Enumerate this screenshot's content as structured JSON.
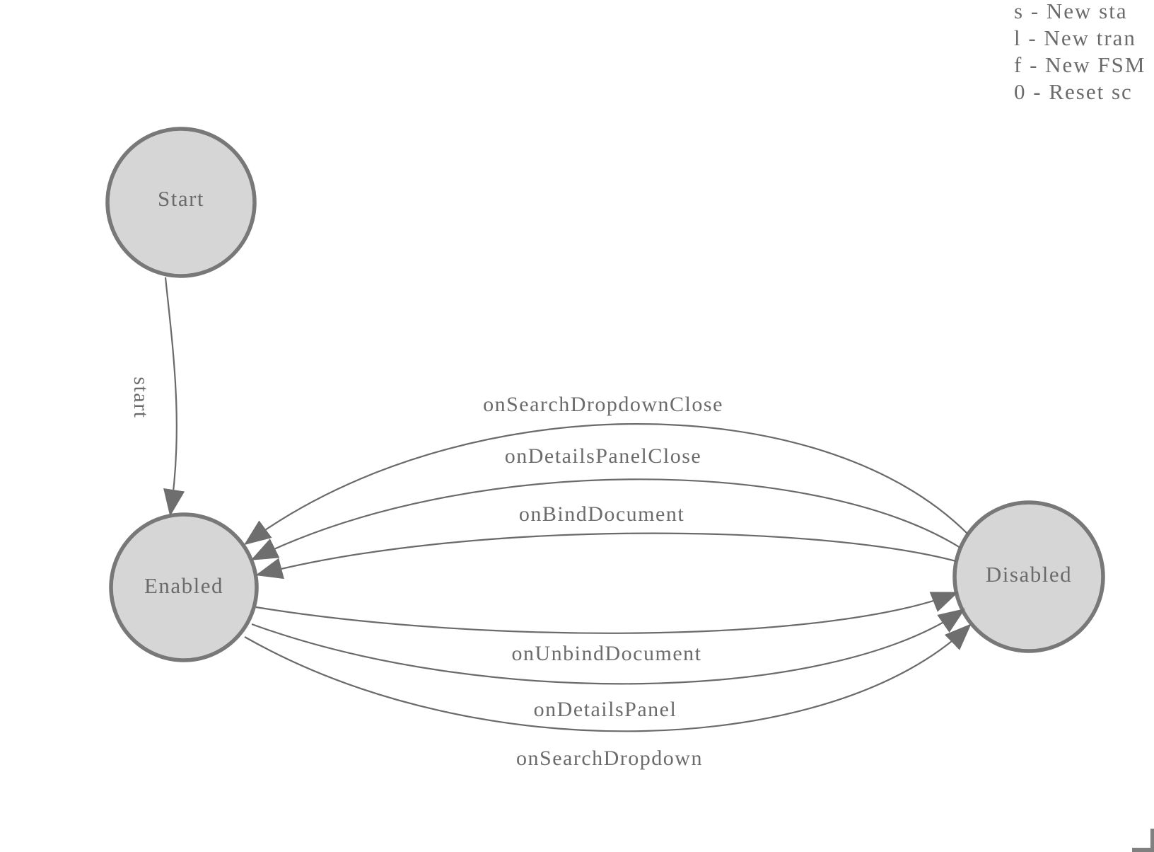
{
  "legend": {
    "items": [
      {
        "label": "s - New sta"
      },
      {
        "label": "l - New tran"
      },
      {
        "label": "f - New FSM"
      },
      {
        "label": "0 - Reset sc"
      }
    ]
  },
  "fsm": {
    "states": [
      {
        "label": "Start"
      },
      {
        "label": "Enabled"
      },
      {
        "label": "Disabled"
      }
    ],
    "transitions": [
      {
        "label": "start",
        "from": "Start",
        "to": "Enabled"
      },
      {
        "label": "onSearchDropdownClose",
        "from": "Disabled",
        "to": "Enabled"
      },
      {
        "label": "onDetailsPanelClose",
        "from": "Disabled",
        "to": "Enabled"
      },
      {
        "label": "onBindDocument",
        "from": "Disabled",
        "to": "Enabled"
      },
      {
        "label": "onUnbindDocument",
        "from": "Enabled",
        "to": "Disabled"
      },
      {
        "label": "onDetailsPanel",
        "from": "Enabled",
        "to": "Disabled"
      },
      {
        "label": "onSearchDropdown",
        "from": "Enabled",
        "to": "Disabled"
      }
    ]
  },
  "colors": {
    "state_fill": "#d6d6d6",
    "state_stroke": "#787878",
    "edge_stroke": "#6a6a6a",
    "arrowhead": "#6e6e6e",
    "label_text": "#6b6b6b",
    "corner_mark": "#808080"
  }
}
